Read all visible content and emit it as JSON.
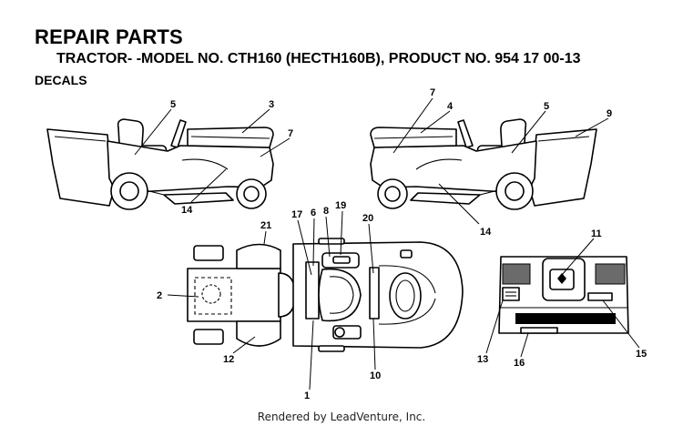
{
  "header": {
    "title": "REPAIR PARTS",
    "subtitle": "TRACTOR- -MODEL NO. CTH160 (HECTH160B), PRODUCT NO. 954 17 00-13",
    "section": "DECALS"
  },
  "callouts": {
    "c1": "1",
    "c2": "2",
    "c3": "3",
    "c4": "4",
    "c5a": "5",
    "c5b": "5",
    "c6": "6",
    "c7a": "7",
    "c7b": "7",
    "c8": "8",
    "c9": "9",
    "c10": "10",
    "c11": "11",
    "c12": "12",
    "c13": "13",
    "c14a": "14",
    "c14b": "14",
    "c15": "15",
    "c16": "16",
    "c17": "17",
    "c19": "19",
    "c20": "20",
    "c21": "21"
  },
  "footer": {
    "text": "Rendered by LeadVenture, Inc."
  }
}
